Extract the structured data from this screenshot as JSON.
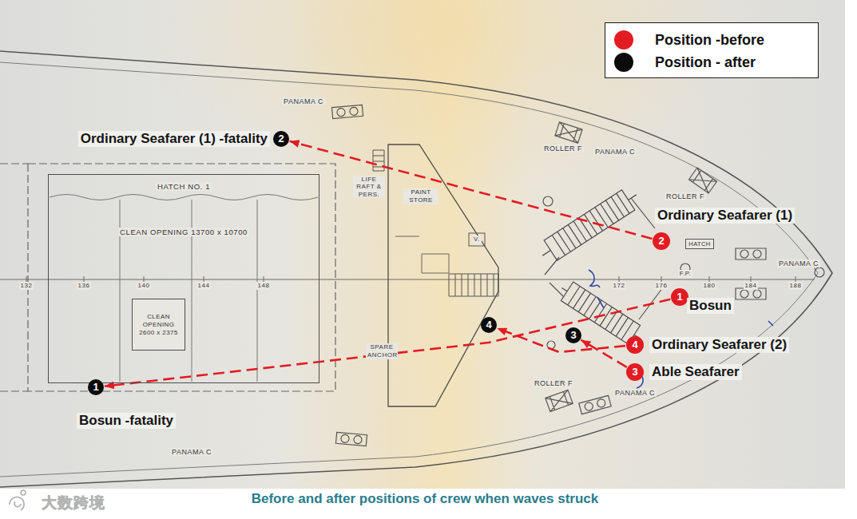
{
  "diagram": {
    "caption": "Before and after positions of crew when waves struck",
    "nodes": [
      {
        "text": [
          "HATCH NO. 1",
          "CLEAN OPENING 13700 x 10700"
        ]
      },
      {
        "text": [
          "CLEAN OPENING 2600 x 2375"
        ],
        "in": 0
      },
      {
        "text": [
          "PAINT STORE"
        ]
      },
      {
        "text": [
          "2",
          "Ordinary Seafarer (1) -fatality"
        ]
      },
      {
        "text": [
          "2",
          "Ordinary Seafarer (1)"
        ]
      },
      {
        "text": [
          "HATCH"
        ]
      },
      {
        "text": [
          "1",
          "Bosun"
        ]
      },
      {
        "text": [
          "4"
        ]
      },
      {
        "text": [
          "3"
        ]
      },
      {
        "text": [
          "4",
          "Ordinary Seafarer (2)"
        ]
      },
      {
        "text": [
          "3",
          "Able Seafarer"
        ]
      },
      {
        "text": [
          "1",
          "Bosun -fatality"
        ]
      }
    ],
    "edges": [
      {
        "from": 4,
        "to": 3,
        "arrow": "to"
      },
      {
        "from": 6,
        "to": 11,
        "arrow": "to"
      },
      {
        "from": 9,
        "to": 7,
        "arrow": "to"
      },
      {
        "from": 10,
        "to": 8,
        "arrow": "to"
      }
    ],
    "labels": [
      "PANAMA C",
      "PANAMA C",
      "PANAMA C",
      "PANAMA C",
      "PANAMA C",
      "ROLLER F",
      "ROLLER F",
      "ROLLER F",
      "LIFE RAFT & PERS.",
      "SPARE ANCHOR",
      "F.P.",
      "V.",
      "132",
      "136",
      "140",
      "144",
      "148",
      "172",
      "176",
      "180",
      "184",
      "188",
      "大数跨境"
    ],
    "legend": [
      {
        "text": "Position -before",
        "color": "#e31b23"
      },
      {
        "text": "Position - after",
        "color": "#0b0b0b"
      }
    ]
  }
}
